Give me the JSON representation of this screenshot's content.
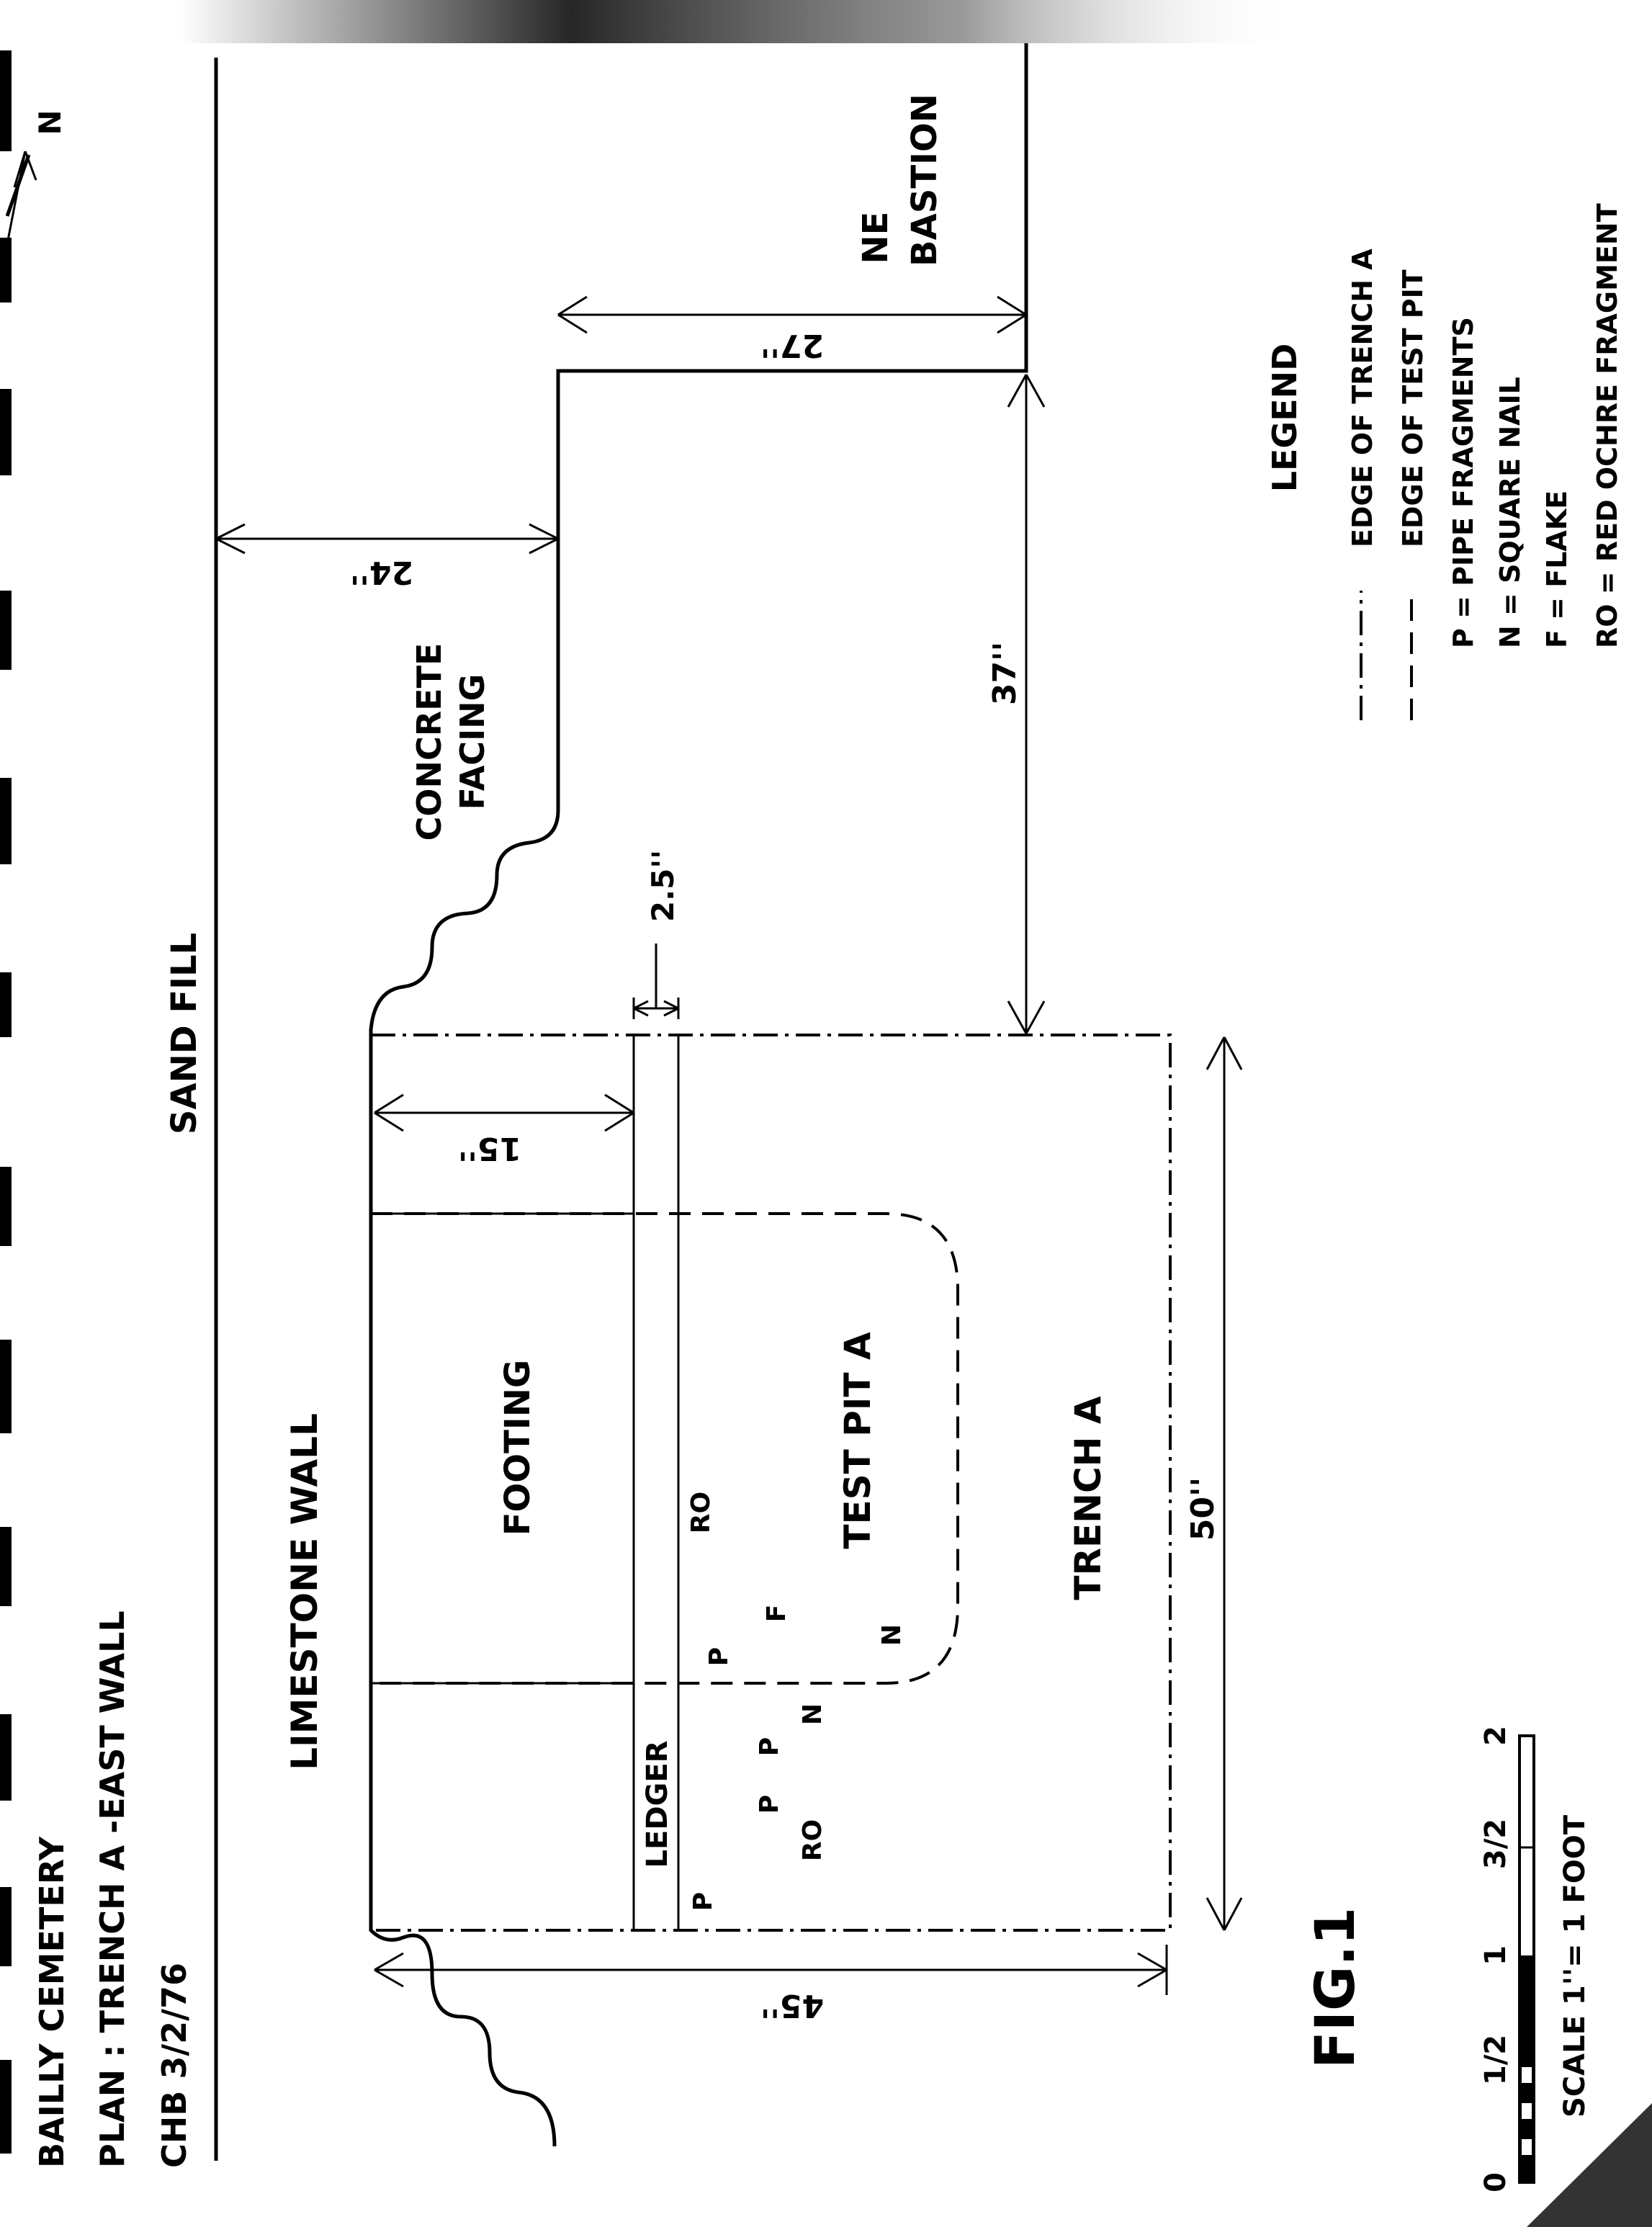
{
  "title_block": {
    "line1": "BAILLY CEMETERY",
    "line2": "PLAN : TRENCH A -EAST WALL",
    "line3": "CHB 3/2/76"
  },
  "north_label": "N",
  "labels": {
    "sand_fill": "SAND FILL",
    "limestone_wall": "LIMESTONE WALL",
    "concrete_facing_1": "CONCRETE",
    "concrete_facing_2": "FACING",
    "ne_bastion_1": "NE",
    "ne_bastion_2": "BASTION",
    "footing": "FOOTING",
    "ledger": "LEDGER",
    "test_pit": "TEST PIT A",
    "trench": "TRENCH A"
  },
  "dimensions": {
    "d24": "24''",
    "d27": "27''",
    "d37": "37''",
    "d2_5": "2.5''",
    "d15": "15''",
    "d45": "45''",
    "d50": "50''"
  },
  "artifacts": {
    "p1": "P",
    "p2": "P",
    "p3": "P",
    "p4": "P",
    "ro1": "RO",
    "ro2": "RO",
    "n1": "N",
    "n2": "N",
    "f1": "F"
  },
  "legend": {
    "title": "LEGEND",
    "items": [
      "EDGE OF TRENCH A",
      "EDGE OF TEST PIT",
      "P = PIPE FRAGMENTS",
      "N = SQUARE NAIL",
      "F = FLAKE",
      "RO = RED OCHRE FRAGMENT"
    ]
  },
  "figure_label": "FIG.1",
  "scale": {
    "ticks": [
      "0",
      "1/2",
      "1",
      "3/2",
      "2"
    ],
    "caption": "SCALE 1''= 1 FOOT"
  }
}
